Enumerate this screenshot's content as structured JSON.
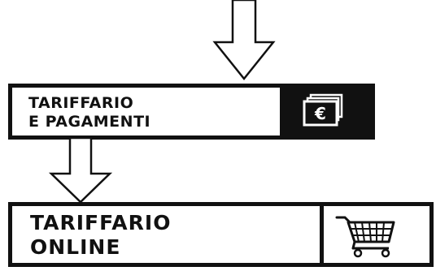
{
  "boxes": [
    {
      "line1": "TARIFFARIO",
      "line2": "E PAGAMENTI",
      "icon": "money-euro-icon",
      "icon_glyph": "€"
    },
    {
      "line1": "TARIFFARIO",
      "line2": "ONLINE",
      "icon": "shopping-cart-icon"
    }
  ],
  "colors": {
    "ink": "#111111",
    "background": "#ffffff"
  }
}
